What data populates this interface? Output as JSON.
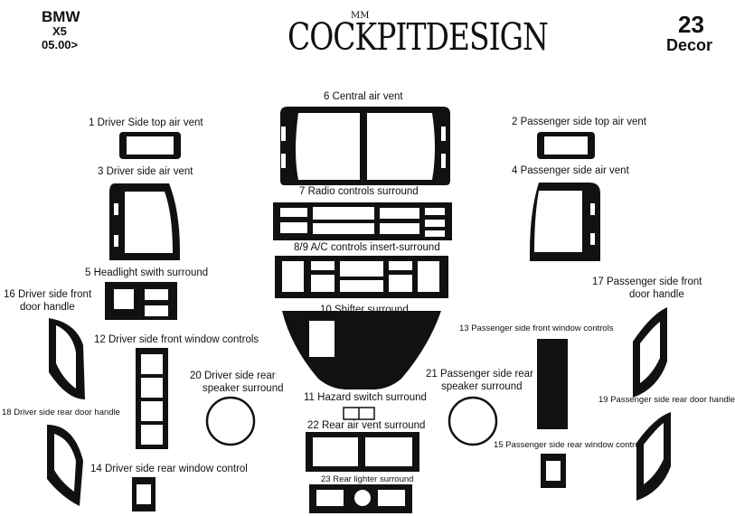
{
  "header": {
    "make": "BMW",
    "model": "X5",
    "date": "05.00>",
    "brand": "COCKPITDESIGN",
    "brand_mark": "MM",
    "set_number": "23",
    "set_type": "Decor"
  },
  "parts": {
    "p1": "1  Driver Side top air vent",
    "p2": "2  Passenger side top air vent",
    "p3": "3  Driver side air vent",
    "p4": "4  Passenger side air vent",
    "p5": "5  Headlight swith surround",
    "p6": "6  Central air vent",
    "p7": "7  Radio controls surround",
    "p89": "8/9  A/C controls insert-surround",
    "p10": "10 Shifter surround",
    "p11": "11  Hazard switch surround",
    "p12": "12 Driver side front window controls",
    "p13": "13  Passenger side front window controls",
    "p14": "14 Driver side rear window control",
    "p15": "15 Passenger side rear window control",
    "p16a": "16  Driver side front",
    "p16b": "door handle",
    "p17a": "17  Passenger side front",
    "p17b": "door handle",
    "p18": "18  Driver side rear door handle",
    "p19": "19  Passenger side rear door handle",
    "p20a": "20 Driver side rear",
    "p20b": "speaker surround",
    "p21a": "21 Passenger side rear",
    "p21b": "speaker surround",
    "p22": "22  Rear air vent surround",
    "p23": "23 Rear lighter surround"
  }
}
